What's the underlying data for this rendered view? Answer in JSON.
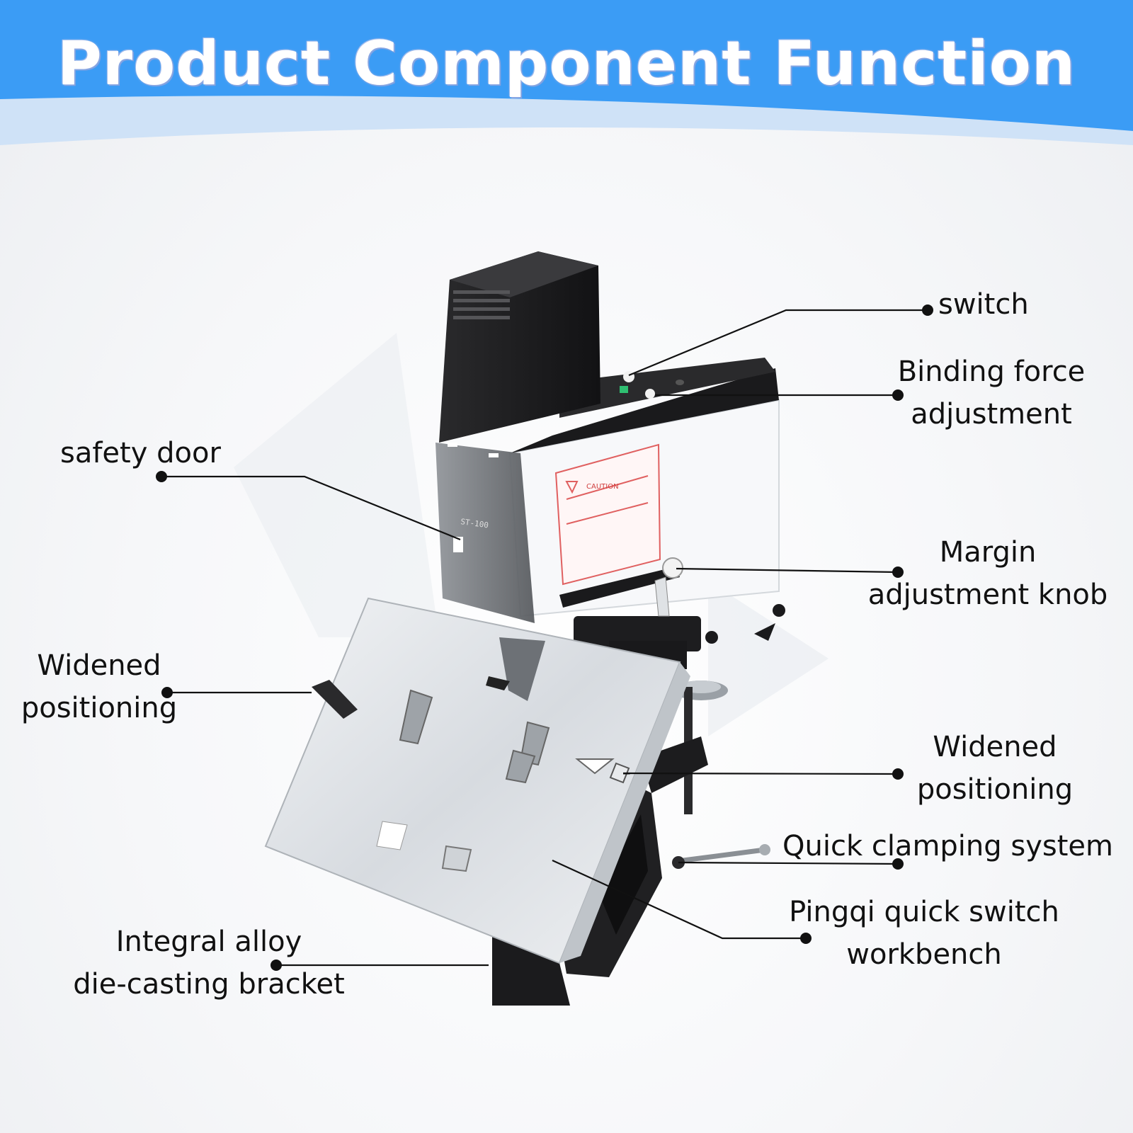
{
  "banner": {
    "title": "Product Component Function"
  },
  "labels": {
    "switch": "switch",
    "binding_force": [
      "Binding force",
      "adjustment"
    ],
    "safety_door": "safety door",
    "margin_knob": [
      "Margin",
      "adjustment knob"
    ],
    "widened_left": [
      "Widened",
      "positioning"
    ],
    "widened_right": [
      "Widened",
      "positioning"
    ],
    "quick_clamping": "Quick clamping system",
    "pingqi": [
      "Pingqi quick switch",
      "workbench"
    ],
    "bracket": [
      "Integral alloy",
      "die-casting bracket"
    ]
  },
  "product": {
    "model": "ST-100",
    "caution": "CAUTION"
  },
  "colors": {
    "banner": "#3b9cf5",
    "banner_light": "#cfe2f7",
    "callout": "#111111",
    "body_dark": "#1d1d1f",
    "body_white": "#f7f8fa",
    "plate": "#d9dde2"
  }
}
